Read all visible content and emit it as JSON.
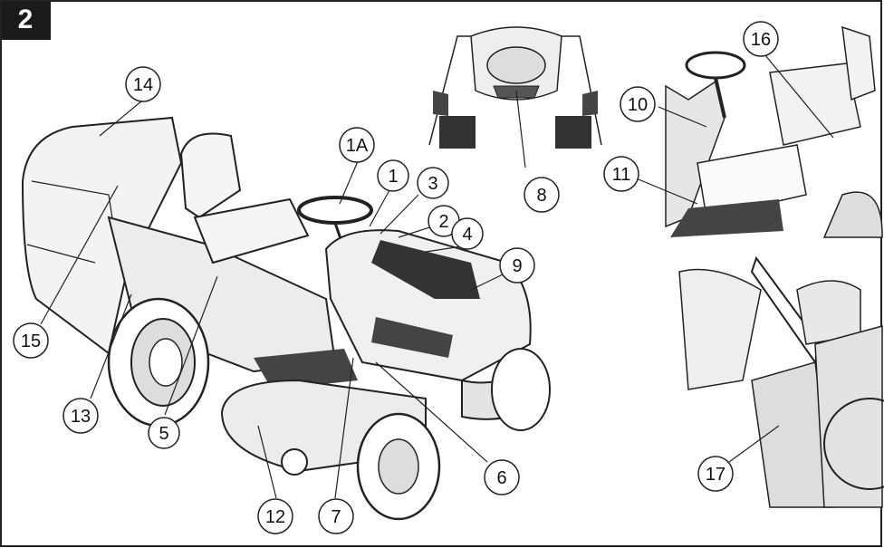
{
  "figure": {
    "number": "2"
  },
  "callouts": {
    "c1": "1",
    "c1a": "1A",
    "c2": "2",
    "c3": "3",
    "c4": "4",
    "c5": "5",
    "c6": "6",
    "c7": "7",
    "c8": "8",
    "c9": "9",
    "c10": "10",
    "c11": "11",
    "c12": "12",
    "c13": "13",
    "c14": "14",
    "c15": "15",
    "c16": "16",
    "c17": "17"
  }
}
